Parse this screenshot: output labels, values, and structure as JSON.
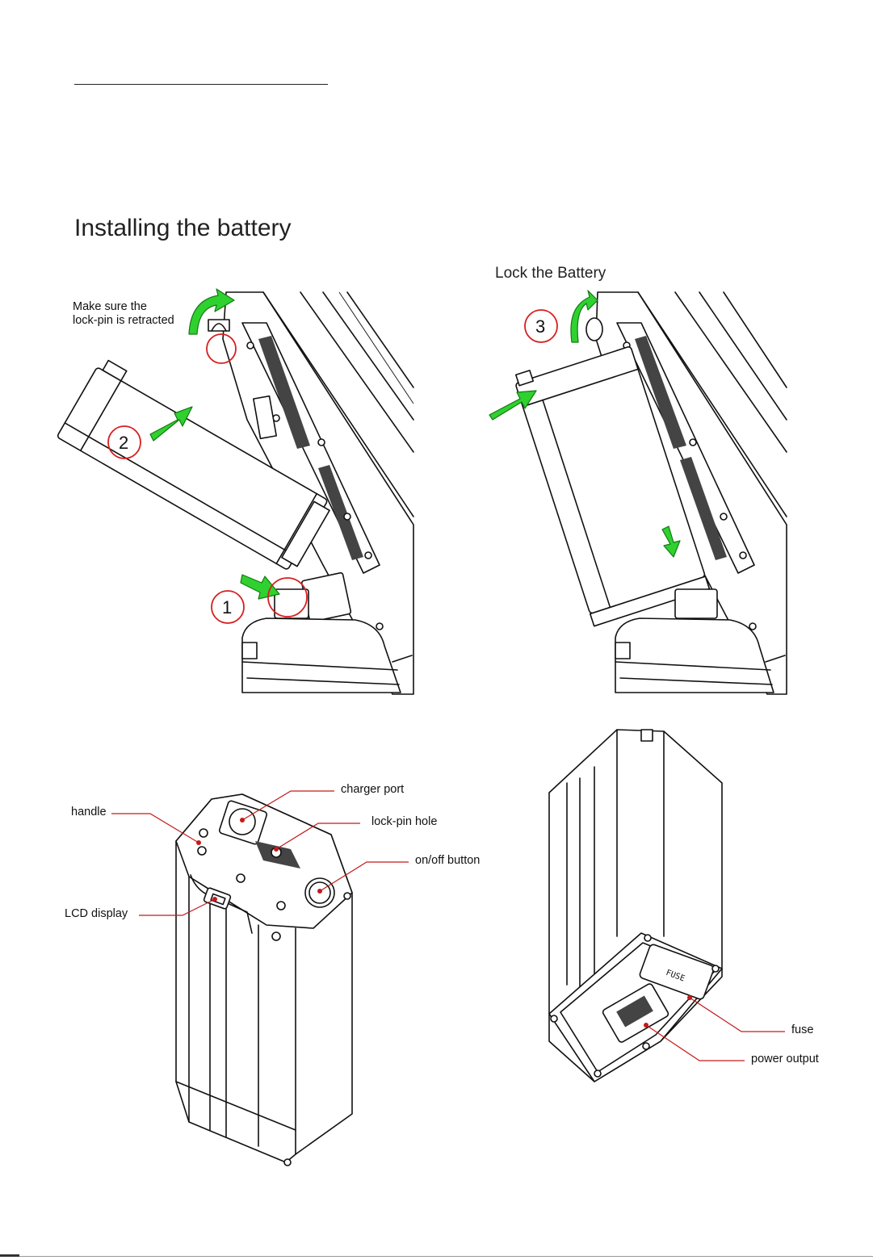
{
  "page": {
    "title": "Installing the battery",
    "lock_heading": "Lock the Battery",
    "lockpin_note_line1": "Make sure the",
    "lockpin_note_line2": "lock-pin is retracted"
  },
  "steps": [
    {
      "number": "1"
    },
    {
      "number": "2"
    },
    {
      "number": "3"
    }
  ],
  "top_view_labels": {
    "handle": "handle",
    "charger_port": "charger port",
    "lockpin_hole": "lock-pin hole",
    "onoff_button": "on/off button",
    "lcd_display": "LCD display"
  },
  "bottom_view_labels": {
    "fuse": "fuse",
    "power_output": "power output",
    "fuse_engraving": "FUSE"
  },
  "colors": {
    "callout_red": "#c41a1a",
    "arrow_green": "#2fd12f"
  }
}
